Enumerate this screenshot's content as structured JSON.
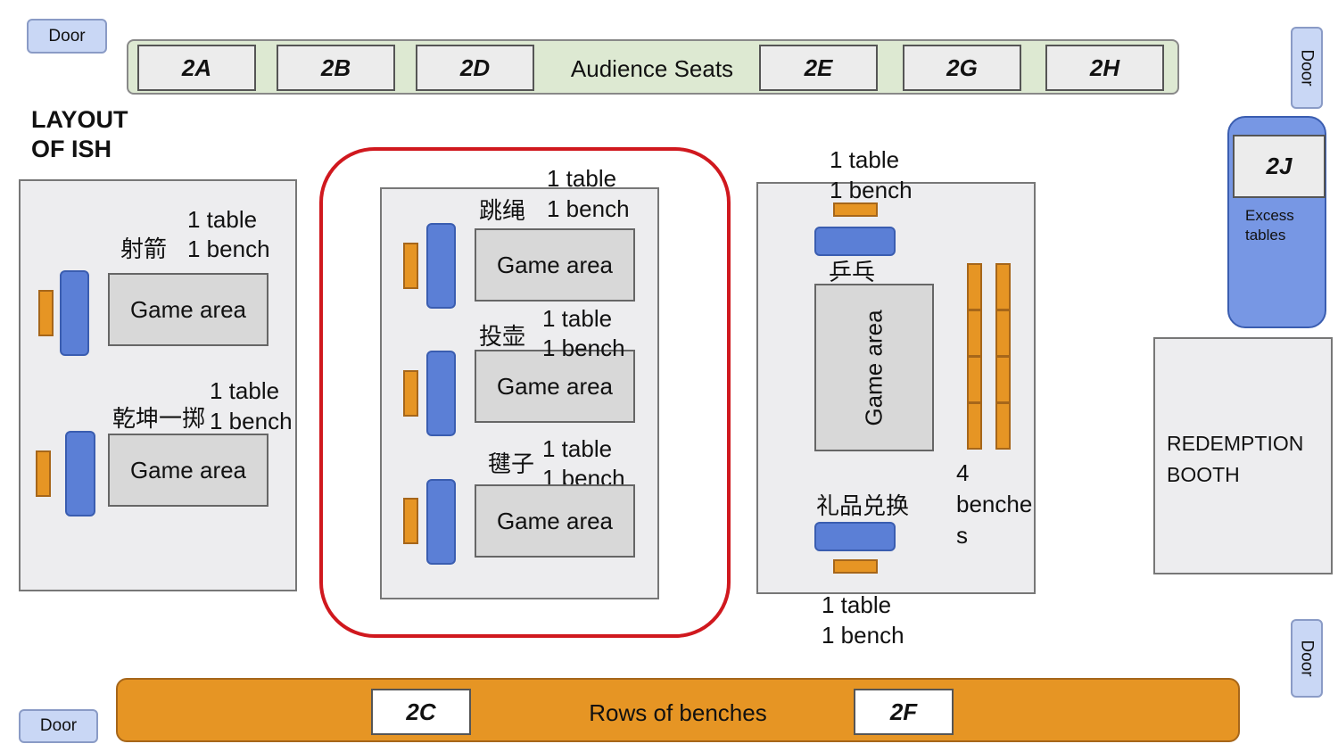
{
  "doors": {
    "top_left": "Door",
    "top_right": "Door",
    "bottom_right": "Door",
    "bottom_left": "Door"
  },
  "title": {
    "line1": "LAYOUT",
    "line2": "OF ISH"
  },
  "audience": {
    "label": "Audience Seats",
    "seats_left": [
      "2A",
      "2B",
      "2D"
    ],
    "seats_right": [
      "2E",
      "2G",
      "2H"
    ]
  },
  "benches_row": {
    "label": "Rows of benches",
    "seats": [
      "2C",
      "2F"
    ]
  },
  "excess": {
    "seat": "2J",
    "label_line1": "Excess",
    "label_line2": "tables"
  },
  "redemption": {
    "line1": "REDEMPTION",
    "line2": "BOOTH"
  },
  "left_zone": {
    "stations": [
      {
        "name": "射箭",
        "table": "1 table",
        "bench": "1 bench",
        "area": "Game area"
      },
      {
        "name": "乾坤一掷",
        "table": "1 table",
        "bench": "1 bench",
        "area": "Game area"
      }
    ]
  },
  "middle_zone": {
    "stations": [
      {
        "name": "跳绳",
        "table": "1 table",
        "bench": "1 bench",
        "area": "Game area"
      },
      {
        "name": "投壶",
        "table": "1 table",
        "bench": "1 bench",
        "area": "Game area"
      },
      {
        "name": "毽子",
        "table": "1 table",
        "bench": "1 bench",
        "area": "Game area"
      }
    ]
  },
  "right_zone": {
    "top_table": "1 table",
    "top_bench": "1 bench",
    "pingpong": "乒乓",
    "area": "Game area",
    "benches_line1": "4",
    "benches_line2": "benche",
    "benches_line3": "s",
    "gift": "礼品兑换",
    "bottom_table": "1 table",
    "bottom_bench": "1 bench"
  },
  "colors": {
    "table": "#5b7fd6",
    "bench": "#e69524",
    "highlight": "#d0181e",
    "audience_bg": "#dde9d2"
  }
}
